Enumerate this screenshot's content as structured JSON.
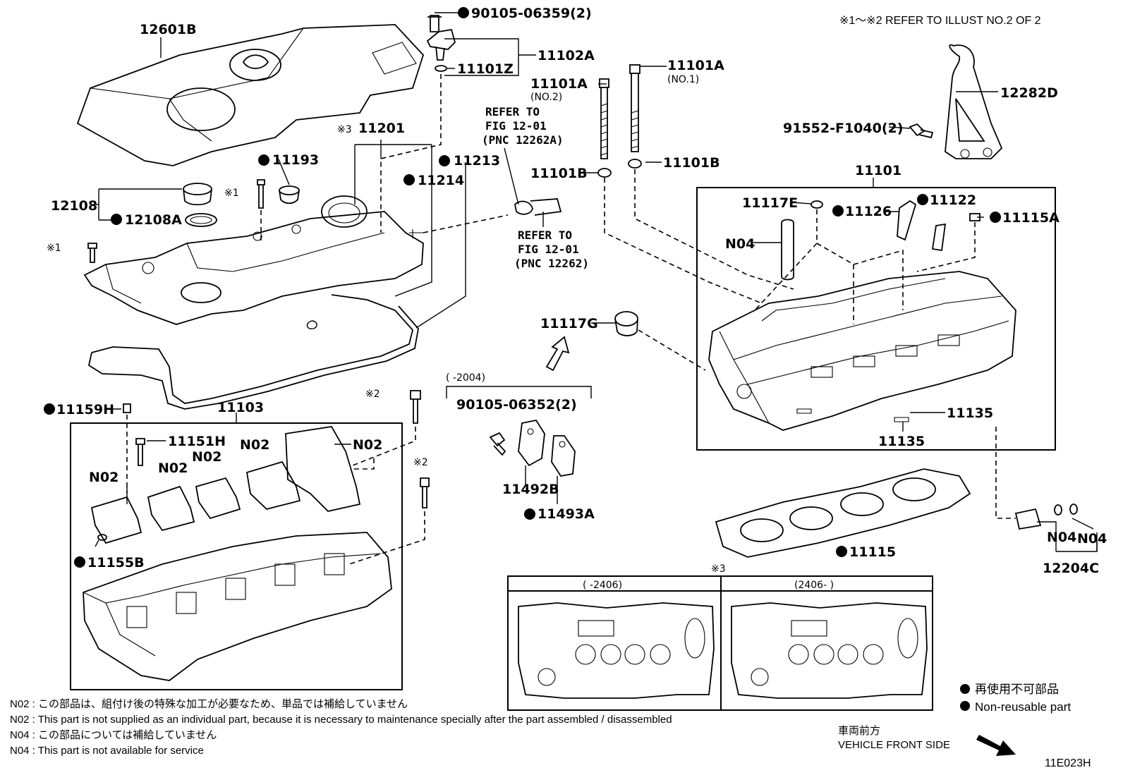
{
  "header_note": "※1～※2  REFER TO ILLUST NO.2 OF 2",
  "labels": {
    "p12601B": "12601B",
    "p90105_06359": "90105-06359(2)",
    "p11102A": "11102A",
    "p11101Z": "11101Z",
    "p11101A_no2": "11101A",
    "no2": "(NO.2)",
    "p11101A_no1": "11101A",
    "no1": "(NO.1)",
    "p12282D": "12282D",
    "p91552": "91552-F1040(2)",
    "p11201": "11201",
    "mark3a": "※3",
    "p11193": "11193",
    "p11213": "11213",
    "p11214": "11214",
    "p12108": "12108",
    "p12108A": "12108A",
    "mark1a": "※1",
    "mark1b": "※1",
    "p11101B_l": "11101B",
    "p11101B_r": "11101B",
    "p11101": "11101",
    "p11117E": "11117E",
    "p11126": "11126",
    "p11122": "11122",
    "p11115A": "11115A",
    "n04a": "N04",
    "p11117G": "11117G",
    "p11135a": "11135",
    "p11135b": "11135",
    "p11159H": "11159H",
    "p11103": "11103",
    "mark2a": "※2",
    "mark2b": "※2",
    "p11151H": "11151H",
    "n02a": "N02",
    "n02b": "N02",
    "n02c": "N02",
    "n02d": "N02",
    "n02e": "N02",
    "p11155B": "11155B",
    "range2004": "(      -2004)",
    "p90105_06352": "90105-06352(2)",
    "p11492B": "11492B",
    "p11493A": "11493A",
    "p11115": "11115",
    "n04b": "N04",
    "n04c": "N04",
    "p12204C": "12204C",
    "mark3b": "※3",
    "range2406a": "(      -2406)",
    "range2406b": "(2406-      )"
  },
  "refs": {
    "ref1_line1": "REFER TO",
    "ref1_line2": "FIG 12-01",
    "ref1_line3": "(PNC 12262A)",
    "ref2_line1": "REFER TO",
    "ref2_line2": "FIG 12-01",
    "ref2_line3": "(PNC 12262)"
  },
  "notes": [
    "N02 : この部品は、組付け後の特殊な加工が必要なため、単品では補給していません",
    "N02 : This part is not supplied as an individual part, because it is necessary to maintenance specially after the part assembled / disassembled",
    "N04 : この部品については補給していません",
    "N04 : This part is not available for service"
  ],
  "legend": {
    "jp": "再使用不可部品",
    "en": "Non-reusable part"
  },
  "front": {
    "jp": "車両前方",
    "en": "VEHICLE FRONT SIDE"
  },
  "illustration_code": "11E023H"
}
